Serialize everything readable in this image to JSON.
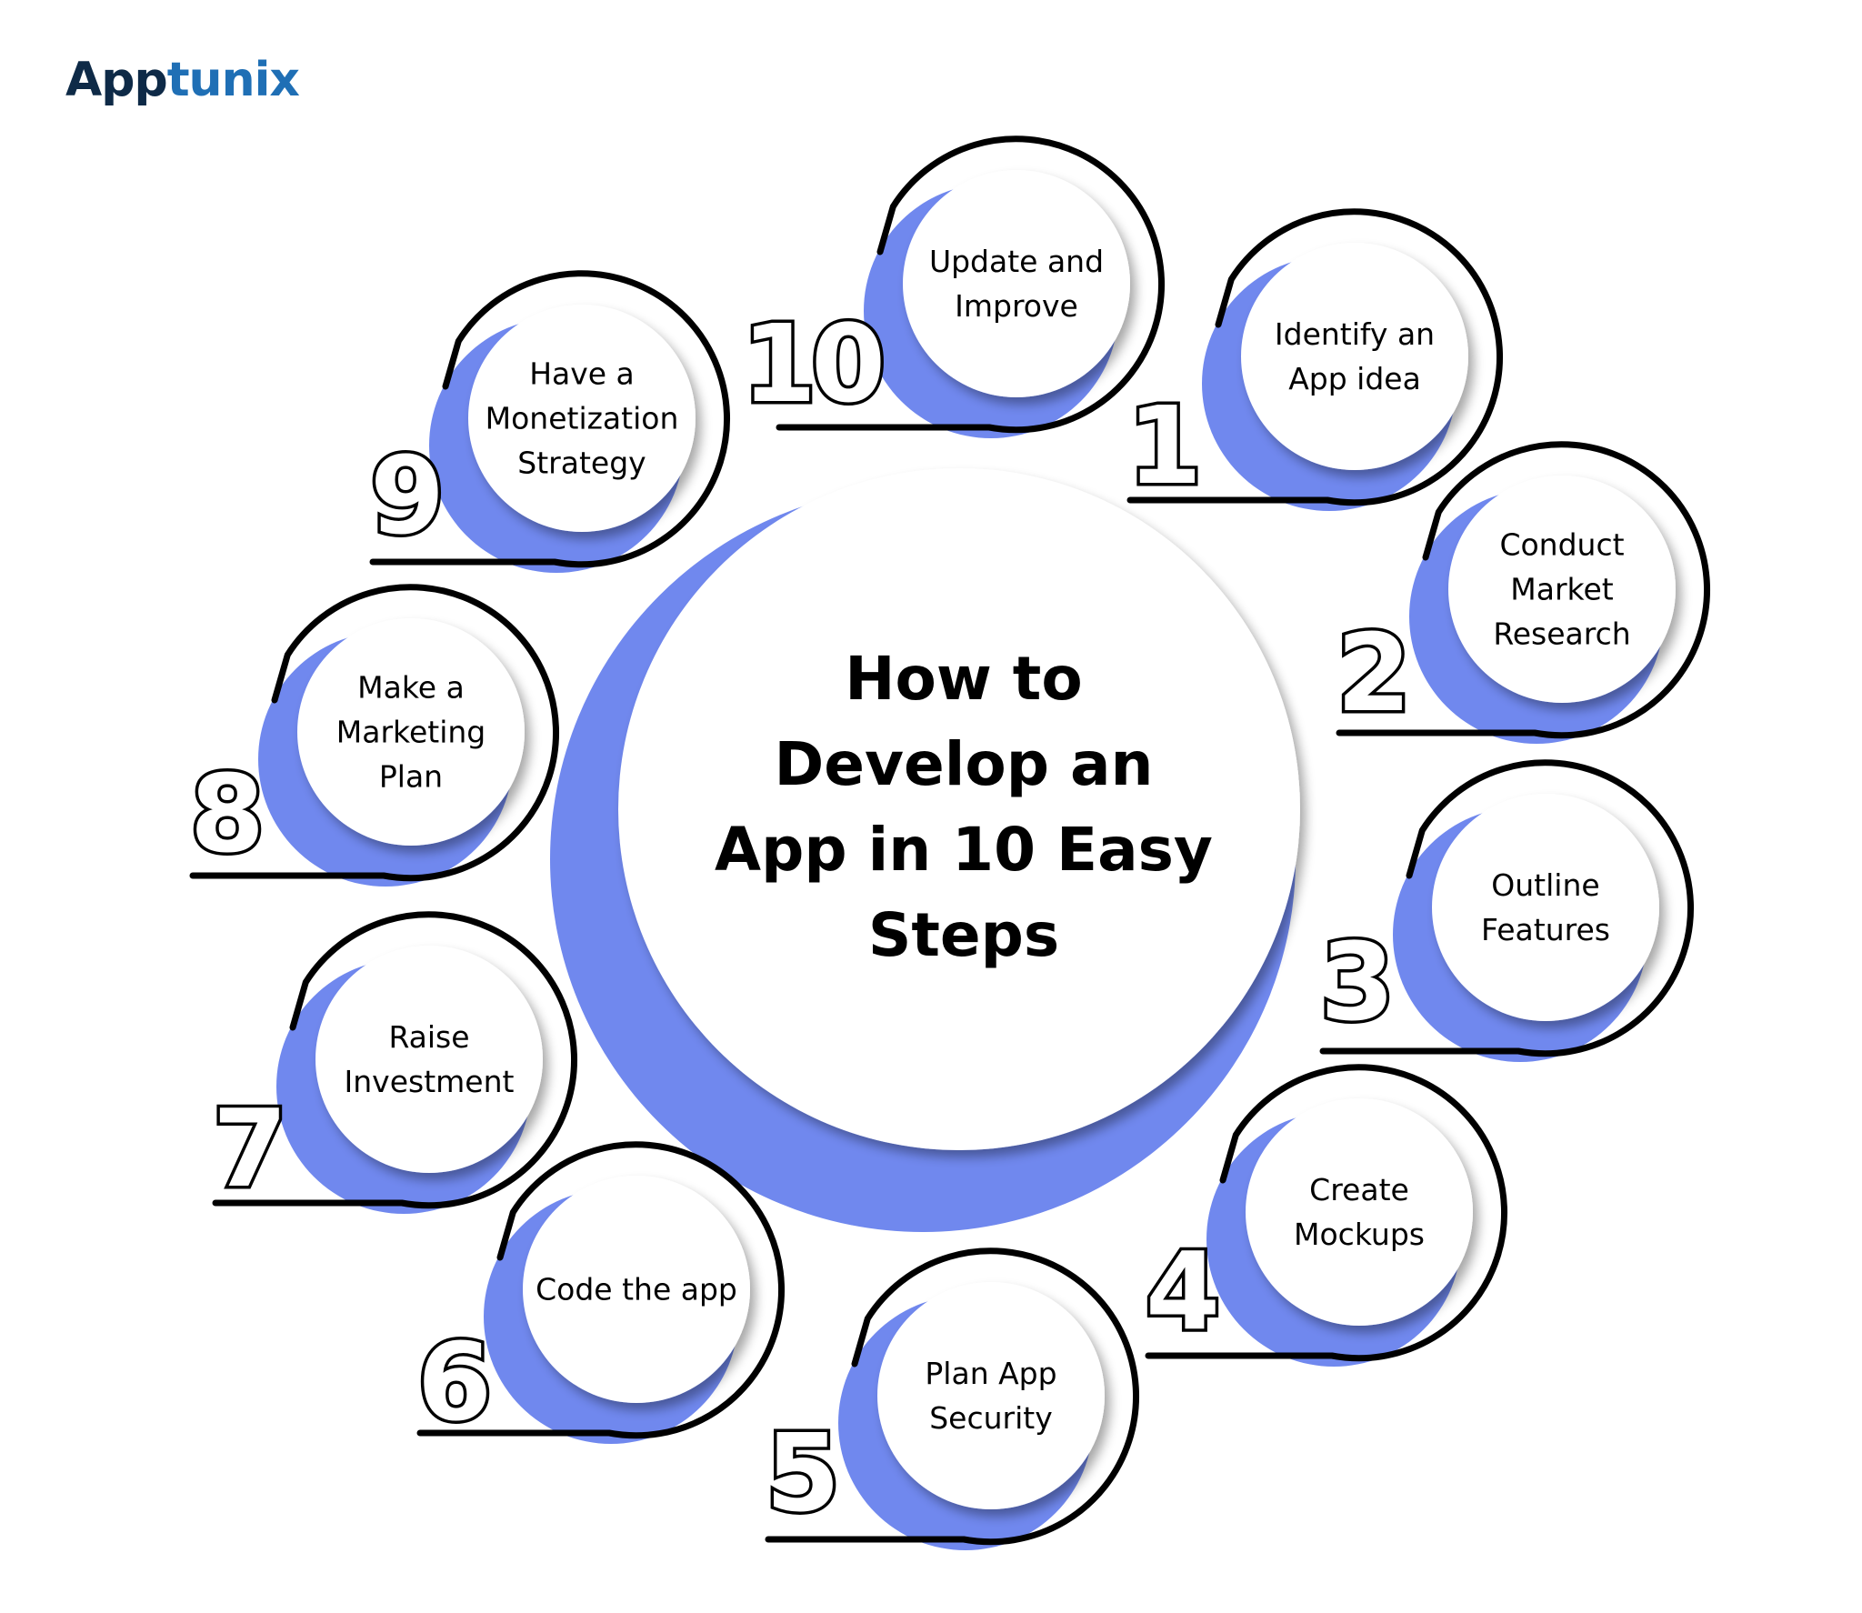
{
  "brand": {
    "logo_part1": "App",
    "logo_part2": "tunix"
  },
  "title": "How to Develop an App in 10 Easy Steps",
  "colors": {
    "accent": "#7088ee",
    "outline": "#000000",
    "background": "#ffffff"
  },
  "steps": [
    {
      "number": "1",
      "label": "Identify an App idea"
    },
    {
      "number": "2",
      "label": "Conduct Market Research"
    },
    {
      "number": "3",
      "label": "Outline Features"
    },
    {
      "number": "4",
      "label": "Create Mockups"
    },
    {
      "number": "5",
      "label": "Plan App Security"
    },
    {
      "number": "6",
      "label": "Code the app"
    },
    {
      "number": "7",
      "label": "Raise Investment"
    },
    {
      "number": "8",
      "label": "Make a Marketing Plan"
    },
    {
      "number": "9",
      "label": "Have a Monetization Strategy"
    },
    {
      "number": "10",
      "label": "Update and Improve"
    }
  ]
}
